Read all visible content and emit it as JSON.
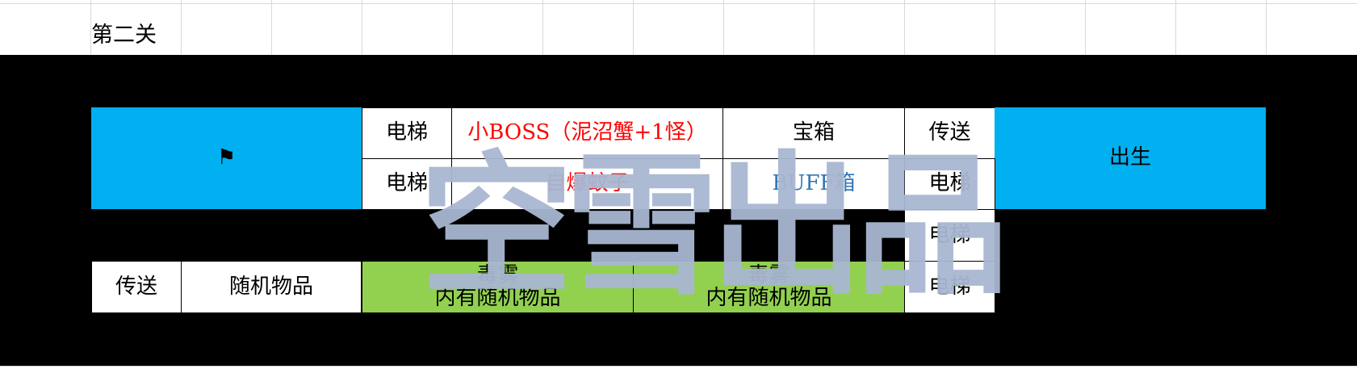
{
  "sheet": {
    "title": "第二关",
    "flag_icon": "flag-icon",
    "row1": {
      "elevator_a": "电梯",
      "boss": "小BOSS（泥沼蟹+1怪）",
      "chest": "宝箱",
      "teleport": "传送",
      "spawn": "出生"
    },
    "row2": {
      "elevator_a": "电梯",
      "mosquito": "自爆蚊子",
      "buff": "BUFF箱",
      "elevator_b": "电梯"
    },
    "row3": {
      "elevator_b": "电梯"
    },
    "row4": {
      "teleport": "传送",
      "random": "随机物品",
      "poison1": "毒雾\n内有随机物品",
      "poison2": "毒雾\n内有随机物品",
      "elevator_b": "电梯"
    },
    "watermark": "空雪出品",
    "colors": {
      "cyan": "#00b0f0",
      "green": "#92d050",
      "red_text": "#ff0000",
      "blue_text": "#2e75b6",
      "black": "#000000",
      "watermark": "#a9b7d1"
    }
  }
}
